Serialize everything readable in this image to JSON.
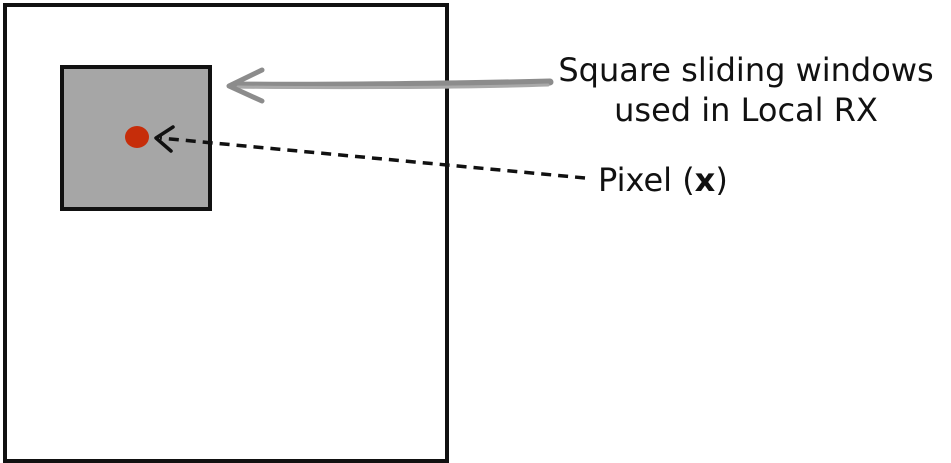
{
  "diagram": {
    "window_label": {
      "line1": "Square sliding windows",
      "line2": "used in Local RX"
    },
    "pixel_label": {
      "prefix": "Pixel (",
      "symbol": "x",
      "suffix": ")"
    }
  },
  "colors": {
    "frame_stroke": "#111111",
    "window_fill": "#a6a6a6",
    "pixel_fill": "#c62d0a",
    "window_arrow": "#8c8c8c",
    "pixel_arrow": "#111111"
  }
}
